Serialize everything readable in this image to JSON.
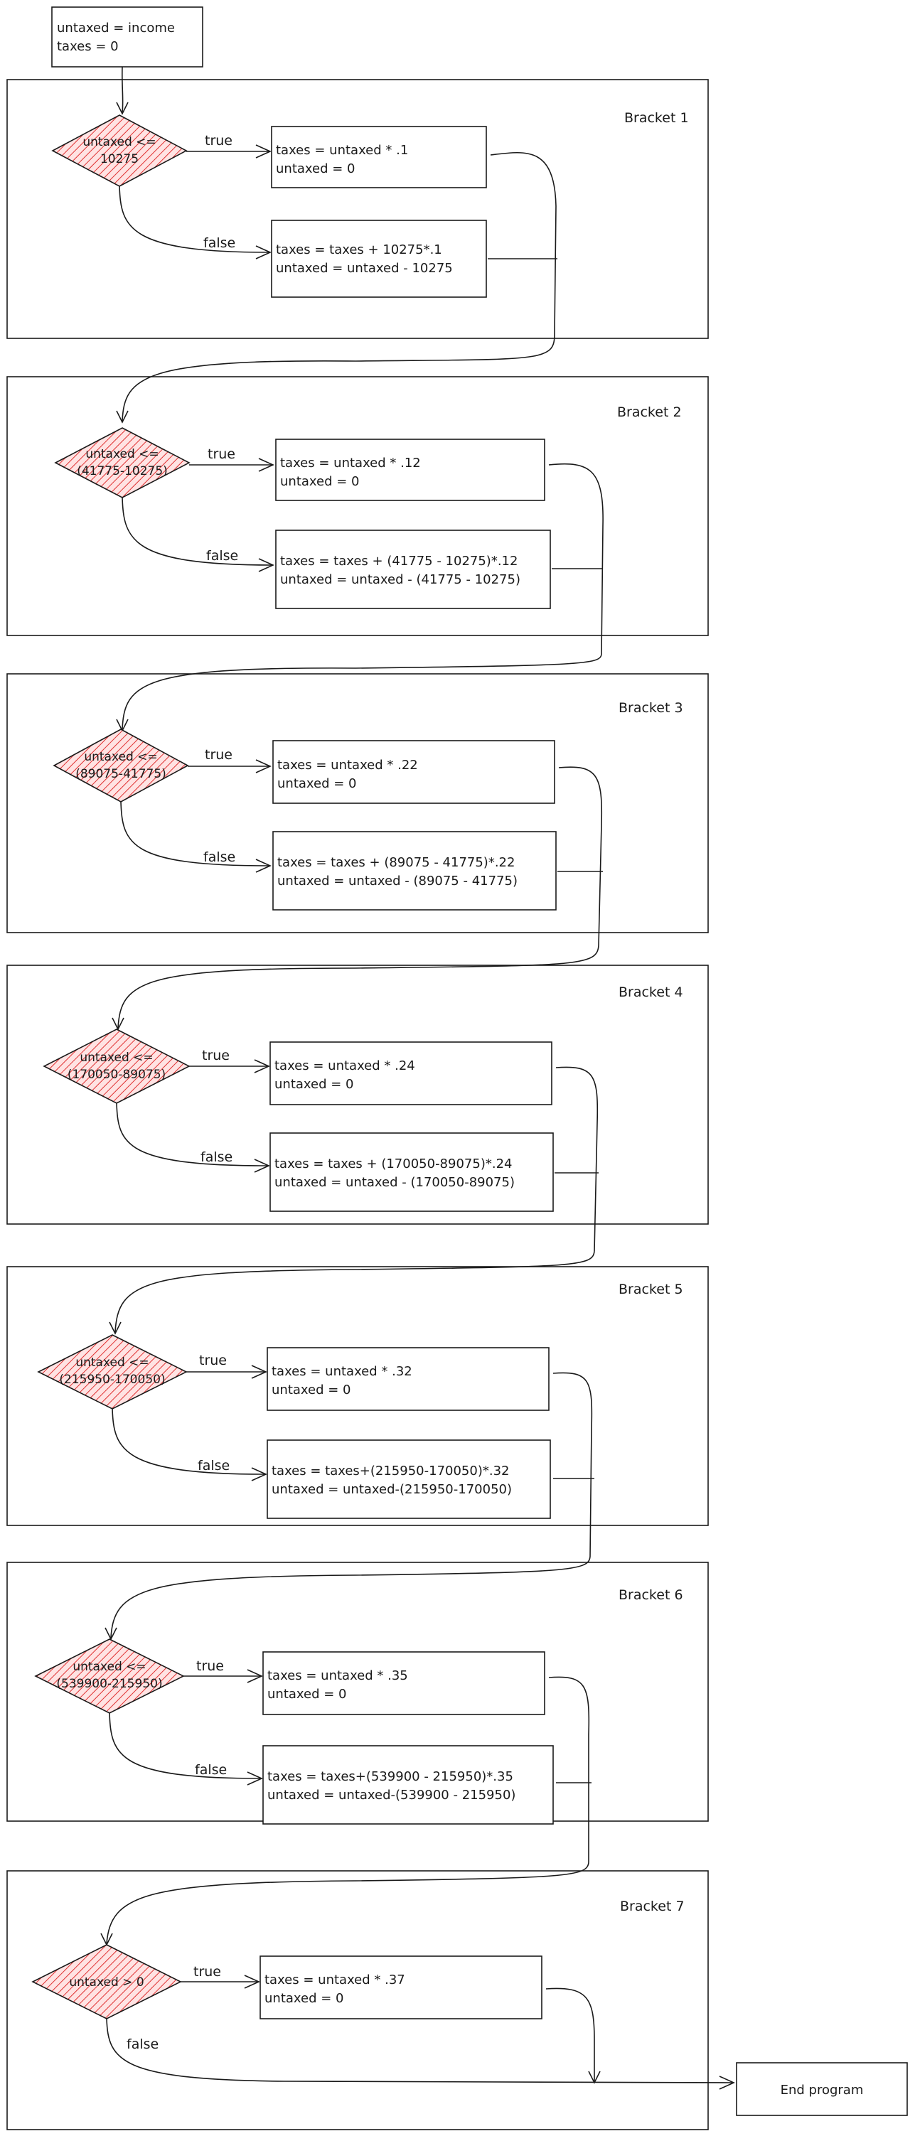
{
  "start": {
    "lines": [
      "untaxed = income",
      "taxes = 0"
    ]
  },
  "brackets": [
    {
      "label": "Bracket 1",
      "condition": [
        "untaxed <=",
        "10275"
      ],
      "true_label": "true",
      "false_label": "false",
      "true_box": [
        "taxes = untaxed * .1",
        "untaxed = 0"
      ],
      "false_box": [
        "taxes = taxes + 10275*.1",
        "untaxed = untaxed - 10275"
      ]
    },
    {
      "label": "Bracket 2",
      "condition": [
        "untaxed <=",
        "(41775-10275)"
      ],
      "true_label": "true",
      "false_label": "false",
      "true_box": [
        "taxes = untaxed * .12",
        "untaxed = 0"
      ],
      "false_box": [
        "taxes = taxes + (41775 - 10275)*.12",
        "untaxed = untaxed - (41775 - 10275)"
      ]
    },
    {
      "label": "Bracket 3",
      "condition": [
        "untaxed <=",
        "(89075-41775)"
      ],
      "true_label": "true",
      "false_label": "false",
      "true_box": [
        "taxes = untaxed * .22",
        "untaxed = 0"
      ],
      "false_box": [
        "taxes = taxes + (89075 - 41775)*.22",
        "untaxed = untaxed - (89075 - 41775)"
      ]
    },
    {
      "label": "Bracket 4",
      "condition": [
        "untaxed <=",
        "(170050-89075)"
      ],
      "true_label": "true",
      "false_label": "false",
      "true_box": [
        "taxes = untaxed * .24",
        "untaxed = 0"
      ],
      "false_box": [
        "taxes = taxes + (170050-89075)*.24",
        "untaxed = untaxed - (170050-89075)"
      ]
    },
    {
      "label": "Bracket 5",
      "condition": [
        "untaxed <=",
        "(215950-170050)"
      ],
      "true_label": "true",
      "false_label": "false",
      "true_box": [
        "taxes = untaxed * .32",
        "untaxed = 0"
      ],
      "false_box": [
        "taxes = taxes+(215950-170050)*.32",
        "untaxed = untaxed-(215950-170050)"
      ]
    },
    {
      "label": "Bracket 6",
      "condition": [
        "untaxed <=",
        "(539900-215950)"
      ],
      "true_label": "true",
      "false_label": "false",
      "true_box": [
        "taxes = untaxed * .35",
        "untaxed = 0"
      ],
      "false_box": [
        "taxes = taxes+(539900 - 215950)*.35",
        "untaxed = untaxed-(539900 - 215950)"
      ]
    },
    {
      "label": "Bracket 7",
      "condition": [
        "untaxed > 0"
      ],
      "true_label": "true",
      "false_label": "false",
      "true_box": [
        "taxes = untaxed * .37",
        "untaxed = 0"
      ]
    }
  ],
  "end": {
    "label": "End program"
  },
  "colors": {
    "stroke": "#1a1a1a",
    "diamond_hatch": "#e03131",
    "diamond_fill": "#ffe3e3"
  }
}
